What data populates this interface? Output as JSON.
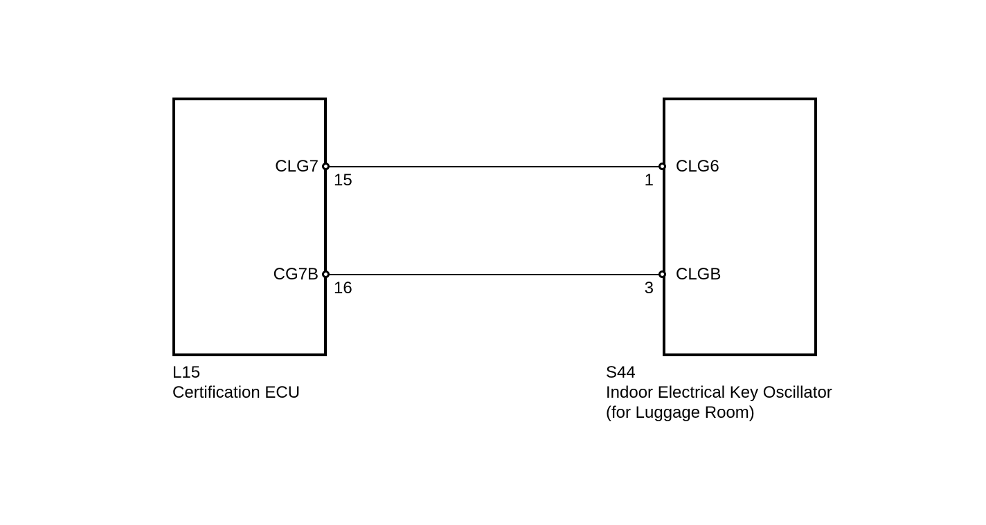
{
  "diagram": {
    "type": "automotive-wiring-harness-connector-diagram",
    "background_color": "#ffffff",
    "line_color": "#000000"
  },
  "components": {
    "left": {
      "code": "L15",
      "name": "Certification ECU",
      "terminals": [
        {
          "signal": "CLG7",
          "pin": "15"
        },
        {
          "signal": "CG7B",
          "pin": "16"
        }
      ]
    },
    "right": {
      "code": "S44",
      "name": "Indoor Electrical Key Oscillator",
      "name_qualifier": "(for Luggage Room)",
      "terminals": [
        {
          "signal": "CLG6",
          "pin": "1"
        },
        {
          "signal": "CLGB",
          "pin": "3"
        }
      ]
    }
  },
  "connections": [
    {
      "from_signal": "CLG7",
      "from_pin": "15",
      "to_signal": "CLG6",
      "to_pin": "1"
    },
    {
      "from_signal": "CG7B",
      "from_pin": "16",
      "to_signal": "CLGB",
      "to_pin": "3"
    }
  ]
}
